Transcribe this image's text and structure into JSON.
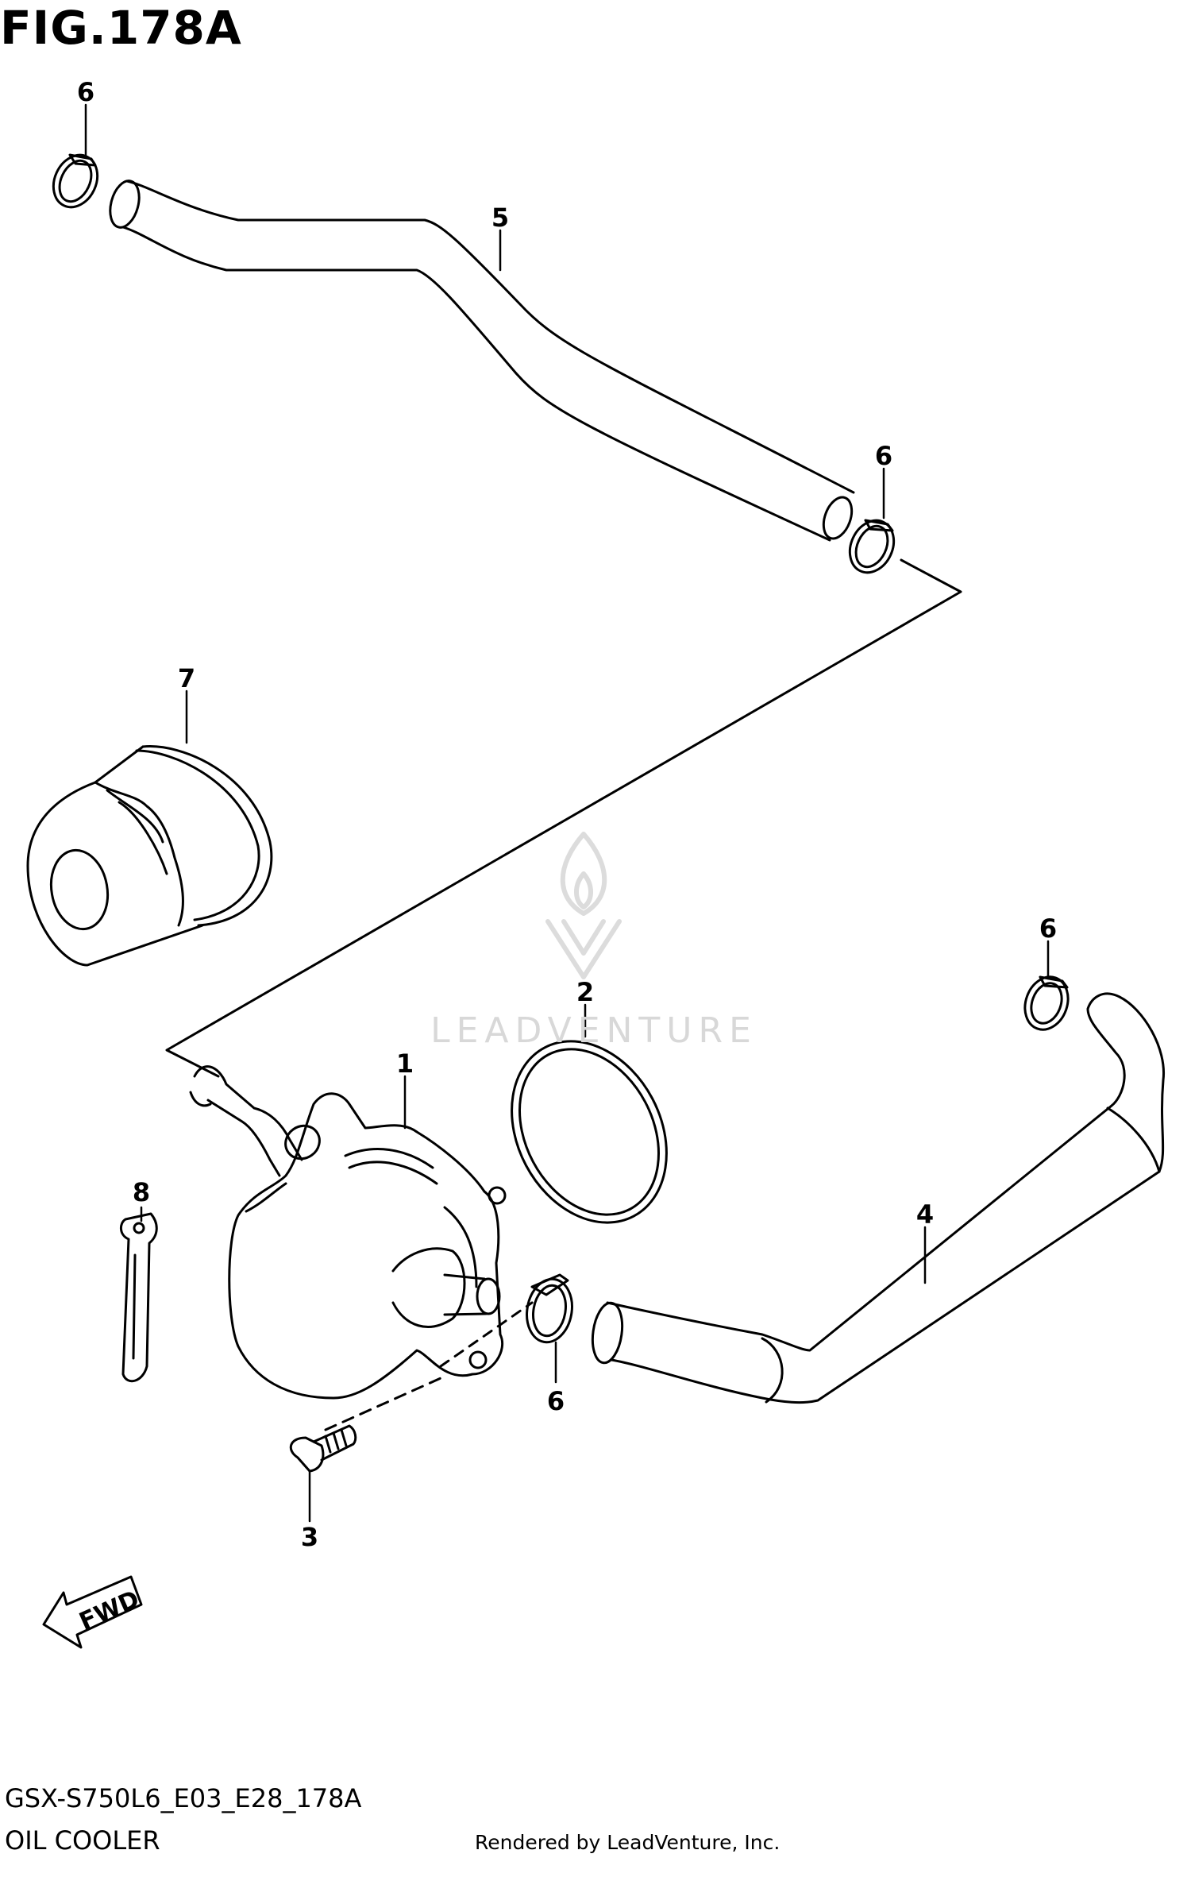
{
  "figure": {
    "title": "FIG.178A",
    "reference_code": "GSX-S750L6_E03_E28_178A",
    "caption": "OIL COOLER",
    "rendered_by": "Rendered by LeadVenture, Inc."
  },
  "watermark": {
    "text": "LEADVENTURE"
  },
  "direction_arrow": {
    "label": "FWD"
  },
  "callouts": {
    "hose_upper_clamp_left": "6",
    "hose_upper": "5",
    "hose_upper_clamp_right": "6",
    "oil_filter": "7",
    "o_ring": "2",
    "oil_cooler": "1",
    "hose_lower_clamp_top": "6",
    "hose_lower": "4",
    "hose_lower_clamp_bottom": "6",
    "bracket": "8",
    "bolt": "3"
  },
  "icons": [
    "fwd-arrow-icon",
    "leadventure-logo-icon"
  ]
}
